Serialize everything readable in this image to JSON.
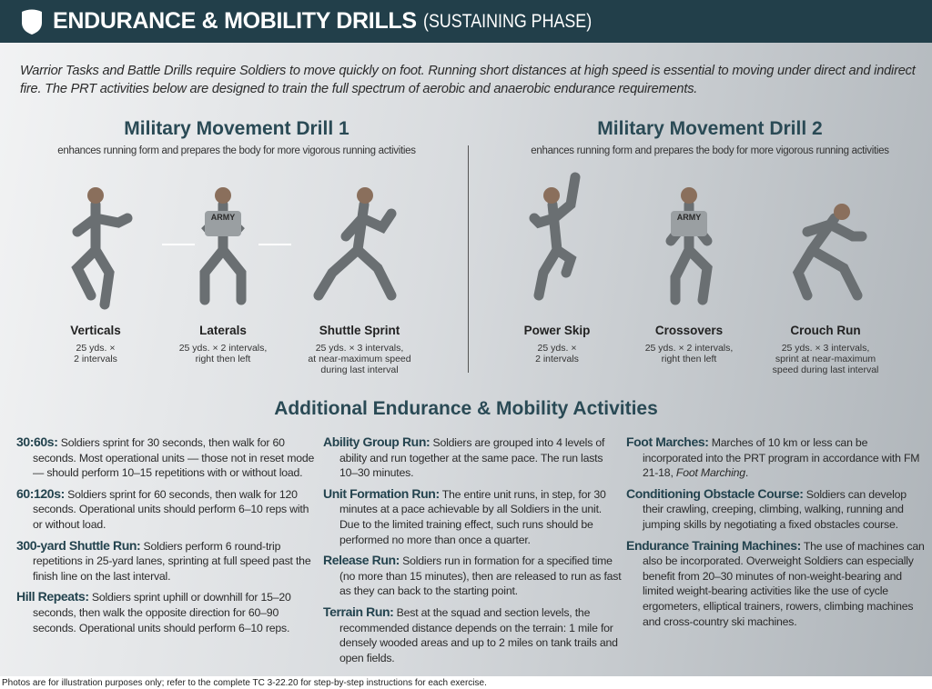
{
  "header": {
    "title": "ENDURANCE & MOBILITY DRILLS",
    "subtitle": "(SUSTAINING PHASE)",
    "icon": "shield-icon"
  },
  "intro": "Warrior Tasks and Battle Drills require Soldiers to move quickly on foot. Running short distances at high speed is essential to moving under direct and indirect fire. The PRT activities below are designed to train the full spectrum of aerobic and anaerobic endurance requirements.",
  "drills": [
    {
      "title": "Military Movement Drill 1",
      "subtitle": "enhances running form and prepares the body for more vigorous running activities",
      "exercises": [
        {
          "name": "Verticals",
          "detail": [
            "25 yds. ×",
            "2 intervals"
          ]
        },
        {
          "name": "Laterals",
          "detail": [
            "25 yds. × 2 intervals,",
            "right then left"
          ]
        },
        {
          "name": "Shuttle Sprint",
          "detail": [
            "25 yds. × 3 intervals,",
            "at near-maximum speed",
            "during last interval"
          ]
        }
      ]
    },
    {
      "title": "Military Movement Drill 2",
      "subtitle": "enhances running form and prepares the body for more vigorous running activities",
      "exercises": [
        {
          "name": "Power Skip",
          "detail": [
            "25 yds. ×",
            "2 intervals"
          ]
        },
        {
          "name": "Crossovers",
          "detail": [
            "25 yds. × 2 intervals,",
            "right then left"
          ]
        },
        {
          "name": "Crouch Run",
          "detail": [
            "25 yds. × 3 intervals,",
            "sprint at near-maximum",
            "speed during last interval"
          ]
        }
      ]
    }
  ],
  "shirt_text": "ARMY",
  "section_title": "Additional Endurance & Mobility Activities",
  "activities": [
    [
      {
        "t": "30:60s:",
        "d": "Soldiers sprint for 30 seconds, then walk for 60 seconds. Most operational units — those not in reset mode — should perform 10–15 repetitions with or without load."
      },
      {
        "t": "60:120s:",
        "d": "Soldiers sprint for 60 seconds, then walk for 120 seconds. Operational units should perform 6–10 reps with or without load."
      },
      {
        "t": "300-yard Shuttle Run:",
        "d": "Soldiers perform 6 round-trip repetitions in 25-yard lanes, sprinting at full speed past the finish line on the last interval."
      },
      {
        "t": "Hill Repeats:",
        "d": "Soldiers sprint uphill or downhill for 15–20 seconds, then walk the opposite direction for 60–90 seconds. Operational units should perform 6–10 reps."
      }
    ],
    [
      {
        "t": "Ability Group Run:",
        "d": "Soldiers are grouped into 4 levels of ability and run together at the same pace. The run lasts 10–30 minutes."
      },
      {
        "t": "Unit Formation Run:",
        "d": "The entire unit runs, in step, for 30 minutes at a pace achievable by all Soldiers in the unit. Due to the limited training effect, such runs should be performed no more than once a quarter."
      },
      {
        "t": "Release Run:",
        "d": "Soldiers run in formation for a specified time (no more than 15 minutes), then are released to run as fast as they can back to the starting point."
      },
      {
        "t": "Terrain Run:",
        "d": "Best at the squad and section levels, the recommended distance depends on the terrain: 1 mile for densely wooded areas and up to 2 miles on tank trails and open fields."
      }
    ],
    [
      {
        "t": "Foot Marches:",
        "d": "Marches of 10 km or less can be incorporated into the PRT program in accordance with FM 21-18,",
        "em": "Foot Marching",
        "end": "."
      },
      {
        "t": "Conditioning Obstacle Course:",
        "d": "Soldiers can develop their crawling, creeping, climbing, walking, running and jumping skills by negotiating a fixed obstacles course."
      },
      {
        "t": "Endurance Training Machines:",
        "d": "The use of machines can also be incorporated. Overweight Soldiers can especially benefit from 20–30 minutes of non-weight-bearing and limited weight-bearing activities like the use of cycle ergometers, elliptical trainers, rowers, climbing machines and cross-country ski machines."
      }
    ]
  ],
  "footer": "Photos are for illustration purposes only; refer to the complete TC 3-22.20 for step-by-step instructions for each exercise.",
  "colors": {
    "header": "#223f4a",
    "heading": "#2a4a55"
  }
}
